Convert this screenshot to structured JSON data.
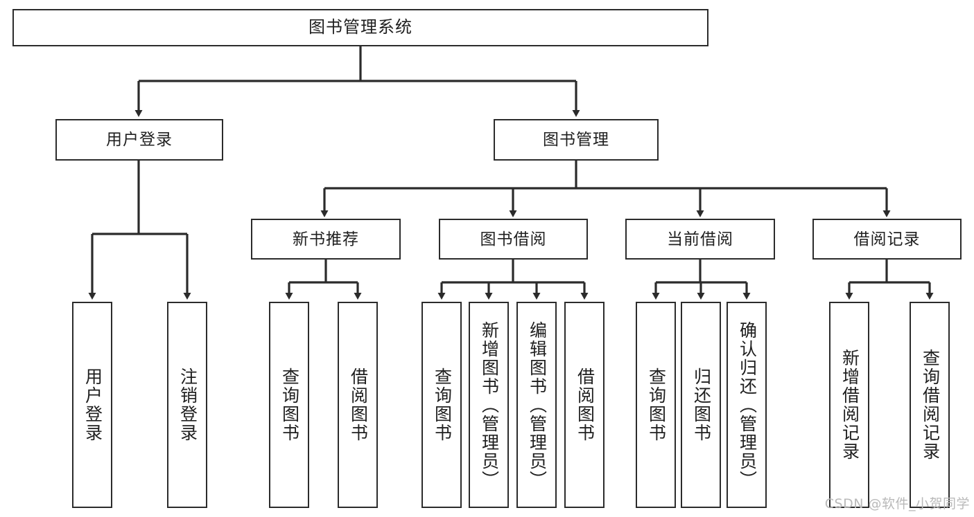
{
  "diagram": {
    "title": "图书管理系统",
    "type": "tree-hierarchy-diagram",
    "root": {
      "id": "root",
      "label": "图书管理系统"
    },
    "level2": [
      {
        "id": "user-login",
        "label": "用户登录"
      },
      {
        "id": "book-manage",
        "label": "图书管理"
      }
    ],
    "level3": [
      {
        "id": "new-book-rec",
        "label": "新书推荐",
        "parent": "book-manage"
      },
      {
        "id": "book-borrow",
        "label": "图书借阅",
        "parent": "book-manage"
      },
      {
        "id": "current-borrow",
        "label": "当前借阅",
        "parent": "book-manage"
      },
      {
        "id": "borrow-record",
        "label": "借阅记录",
        "parent": "book-manage"
      }
    ],
    "leaves": [
      {
        "id": "leaf-user-login",
        "label": "用户登录",
        "parent": "user-login"
      },
      {
        "id": "leaf-logout",
        "label": "注销登录",
        "parent": "user-login"
      },
      {
        "id": "leaf-query-book-1",
        "label": "查询图书",
        "parent": "new-book-rec"
      },
      {
        "id": "leaf-borrow-book-1",
        "label": "借阅图书",
        "parent": "new-book-rec"
      },
      {
        "id": "leaf-query-book-2",
        "label": "查询图书",
        "parent": "book-borrow"
      },
      {
        "id": "leaf-add-book",
        "label": "新增图书（管理员）",
        "parent": "book-borrow"
      },
      {
        "id": "leaf-edit-book",
        "label": "编辑图书（管理员）",
        "parent": "book-borrow"
      },
      {
        "id": "leaf-borrow-book-2",
        "label": "借阅图书",
        "parent": "book-borrow"
      },
      {
        "id": "leaf-query-book-3",
        "label": "查询图书",
        "parent": "current-borrow"
      },
      {
        "id": "leaf-return-book",
        "label": "归还图书",
        "parent": "current-borrow"
      },
      {
        "id": "leaf-confirm-return",
        "label": "确认归还（管理员）",
        "parent": "current-borrow"
      },
      {
        "id": "leaf-add-record",
        "label": "新增借阅记录",
        "parent": "borrow-record"
      },
      {
        "id": "leaf-query-record",
        "label": "查询借阅记录",
        "parent": "borrow-record"
      }
    ]
  },
  "watermark": {
    "text": "CSDN @软件_小贺同学"
  },
  "colors": {
    "stroke": "#2b2b2b",
    "text": "#1f1f1f",
    "background": "#ffffff",
    "watermark": "#b9b9b9"
  }
}
